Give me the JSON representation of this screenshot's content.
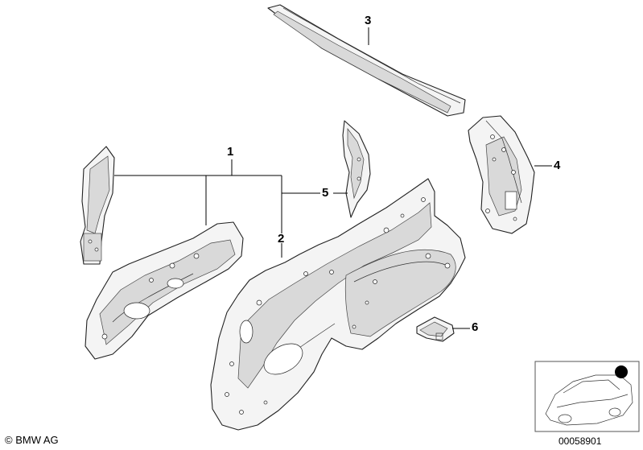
{
  "diagram": {
    "callouts": [
      {
        "id": "1",
        "label": "1"
      },
      {
        "id": "2",
        "label": "2"
      },
      {
        "id": "3",
        "label": "3"
      },
      {
        "id": "4",
        "label": "4"
      },
      {
        "id": "5",
        "label": "5"
      },
      {
        "id": "6",
        "label": "6"
      }
    ],
    "footer": {
      "copyright": "© BMW AG",
      "image_number": "00058901"
    },
    "thumbnail_marker_color": "#000000"
  }
}
